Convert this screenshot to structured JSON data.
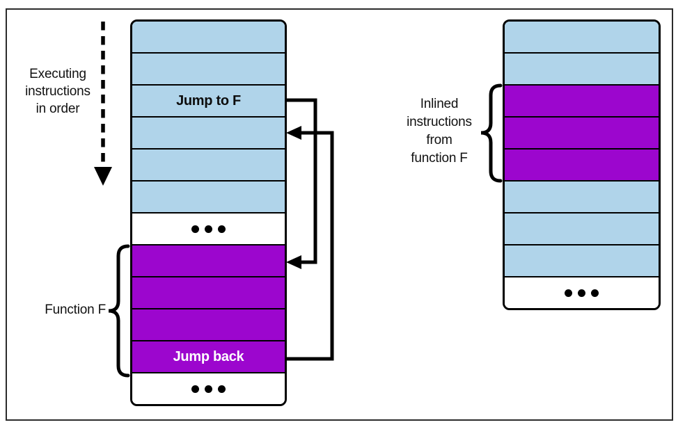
{
  "colors": {
    "instruction_fill": "#B0D4EA",
    "function_fill": "#9C06CE",
    "line": "#000000",
    "background": "#FFFFFF",
    "frame_border": "#2B2B2B"
  },
  "icons": {
    "ellipsis": "•••",
    "down_arrow": "▼",
    "left_arrowhead": "◀"
  },
  "annotations": {
    "execution_caption": "Executing\ninstructions\nin order",
    "left_brace_label": "Function F",
    "right_brace_label": "Inlined\ninstructions\nfrom\nfunction F"
  },
  "left_stack": {
    "description": "code with call to function F",
    "cells": [
      {
        "type": "instruction",
        "name": "instruction-cell",
        "label": ""
      },
      {
        "type": "instruction",
        "name": "instruction-cell",
        "label": ""
      },
      {
        "type": "instruction",
        "name": "jump-to-f-cell",
        "label": "Jump to F"
      },
      {
        "type": "instruction",
        "name": "instruction-cell",
        "label": ""
      },
      {
        "type": "instruction",
        "name": "instruction-cell",
        "label": ""
      },
      {
        "type": "instruction",
        "name": "instruction-cell",
        "label": ""
      },
      {
        "type": "dots",
        "name": "ellipsis-cell",
        "label": ""
      },
      {
        "type": "function",
        "name": "function-instruction-cell",
        "label": ""
      },
      {
        "type": "function",
        "name": "function-instruction-cell",
        "label": ""
      },
      {
        "type": "function",
        "name": "function-instruction-cell",
        "label": ""
      },
      {
        "type": "function",
        "name": "jump-back-cell",
        "label": "Jump back"
      },
      {
        "type": "dots",
        "name": "ellipsis-cell",
        "label": ""
      }
    ]
  },
  "right_stack": {
    "description": "code with function F inlined",
    "cells": [
      {
        "type": "instruction",
        "name": "instruction-cell",
        "label": ""
      },
      {
        "type": "instruction",
        "name": "instruction-cell",
        "label": ""
      },
      {
        "type": "function",
        "name": "inlined-instruction-cell",
        "label": ""
      },
      {
        "type": "function",
        "name": "inlined-instruction-cell",
        "label": ""
      },
      {
        "type": "function",
        "name": "inlined-instruction-cell",
        "label": ""
      },
      {
        "type": "instruction",
        "name": "instruction-cell",
        "label": ""
      },
      {
        "type": "instruction",
        "name": "instruction-cell",
        "label": ""
      },
      {
        "type": "instruction",
        "name": "instruction-cell",
        "label": ""
      },
      {
        "type": "dots",
        "name": "ellipsis-cell",
        "label": ""
      }
    ]
  }
}
